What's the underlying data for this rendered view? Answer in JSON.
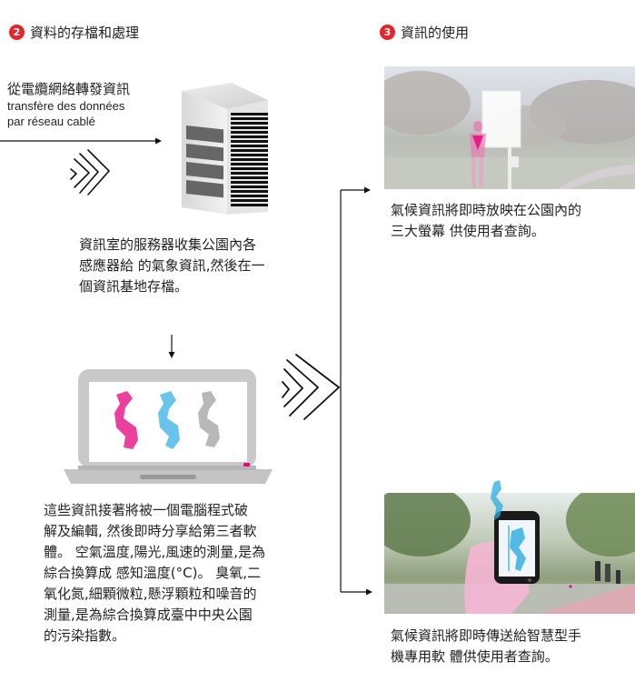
{
  "step2": {
    "number": "2",
    "title": "資料的存檔和處理",
    "cable_label_cn": "從電纜網絡轉發資訊",
    "cable_label_fr_1": "transfère  des  données",
    "cable_label_fr_2": "par réseau cablé",
    "server_desc": [
      "資訊室的服務器收集公園內各",
      "感應器給 的氣象資訊,然後在一",
      "個資訊基地存檔。"
    ],
    "computer_desc": [
      "這些資訊接著將被一個電腦程式破",
      "解及編輯, 然後即時分享給第三者軟",
      "體。 空氣溫度,陽光,風速的測量,是為",
      "綜合換算成 感知溫度(°C)。 臭氧,二",
      "氧化氮,細顆微粒,懸浮顆粒和噪音的",
      "測量,是為綜合換算成臺中中央公園",
      "的污染指數。"
    ]
  },
  "step3": {
    "number": "3",
    "title": "資訊的使用",
    "screen_desc": [
      "氣候資訊將即時放映在公園內的",
      "三大螢幕 供使用者查詢。"
    ],
    "phone_desc": [
      "氣候資訊將即時傳送給智慧型手",
      "機專用軟 體供使用者查詢。"
    ]
  },
  "icons": {
    "server": "server-tower-icon",
    "laptop": "laptop-icon",
    "wireless_small": "wireless-signal-icon",
    "wireless_large": "wireless-signal-icon"
  },
  "colors": {
    "accent_red": "#e3262b",
    "magenta": "#e6007e",
    "cyan": "#29abe2",
    "line": "#111111"
  }
}
